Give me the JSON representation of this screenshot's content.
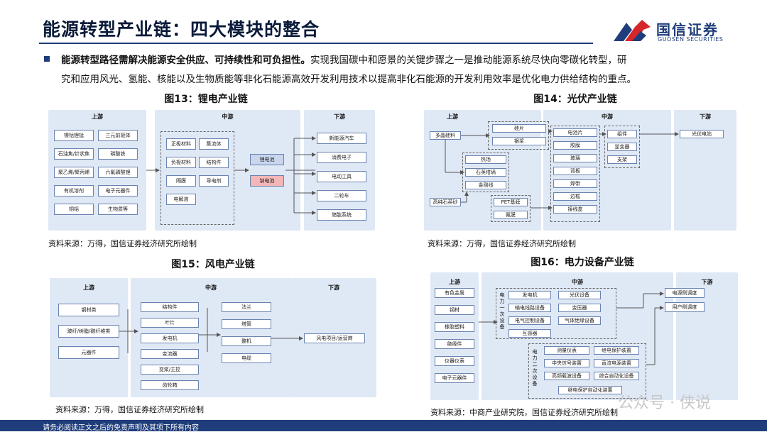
{
  "header": {
    "title": "能源转型产业链：四大模块的整合",
    "logo_cn": "国信证券",
    "logo_en": "GUOSEN SECURITIES"
  },
  "intro": {
    "bold": "能源转型路径需解决能源安全供应、可持续性和可负担性。",
    "rest": "实现我国碳中和愿景的关键步骤之一是推动能源系统尽快向零碳化转型，研",
    "line2": "究和应用风光、氢能、核能以及生物质能等非化石能源高效开发利用技术以提高非化石能源的开发利用效率是优化电力供给结构的重点。"
  },
  "fig13": {
    "title": "图13：锂电产业链",
    "up": "上游",
    "mid": "中游",
    "down": "下游",
    "source": "资料来源：万得，国信证券经济研究所绘制",
    "upstream": [
      "镍钴锂锰",
      "三元前驱体",
      "石油焦/针状焦",
      "磷酸铁",
      "聚乙烯/聚丙烯",
      "六氟磷酸锂",
      "有机溶剂",
      "电子元器件",
      "铜铝",
      "生物质等"
    ],
    "midstream": [
      "正极材料",
      "集流体",
      "负极材料",
      "结构件",
      "隔膜",
      "导电剂",
      "电解液"
    ],
    "cells": [
      "锂电池",
      "钠电池"
    ],
    "downstream": [
      "新能源汽车",
      "消费电子",
      "电动工具",
      "二轮车",
      "储能系统"
    ]
  },
  "fig14": {
    "title": "图14：光伏产业链",
    "up": "上游",
    "mid": "中游",
    "down": "下游",
    "source": "资料来源：万得，国信证券经济研究所绘制",
    "items": [
      "多晶硅料",
      "硅片",
      "银浆",
      "热场",
      "石英坩埚",
      "金刚线",
      "高纯石英砂",
      "PET基膜",
      "氟膜",
      "电池片",
      "胶膜",
      "玻璃",
      "背板",
      "焊带",
      "边框",
      "接线盒",
      "组件",
      "逆变器",
      "支架",
      "光伏电站"
    ]
  },
  "fig15": {
    "title": "图15：风电产业链",
    "up": "上游",
    "mid": "中游",
    "down": "下游",
    "source": "资料来源：万得，国信证券经济研究所绘制",
    "upstream": [
      "钢材类",
      "玻纤/树脂/碳纤维类",
      "元器件"
    ],
    "mid1": [
      "结构件",
      "叶片",
      "发电机",
      "变流器",
      "变桨/主控",
      "齿轮箱"
    ],
    "mid2": [
      "法兰",
      "塔筒",
      "整机",
      "电缆"
    ],
    "downstream": [
      "风电项目/运营商"
    ]
  },
  "fig16": {
    "title": "图16：电力设备产业链",
    "up": "上游",
    "mid": "中游",
    "down": "下游",
    "source": "资料来源：中商产业研究院，国信证券经济研究所绘制",
    "upstream": [
      "有色金属",
      "钢材",
      "橡胶塑料",
      "绝缘件",
      "仪器仪表",
      "电子元器件"
    ],
    "primary_label": "电力一次设备",
    "primary": [
      "发电机",
      "光伏设备",
      "输电线路设备",
      "变压器",
      "电气控制设备",
      "气体绝缘设备",
      "互感器"
    ],
    "secondary_label": "电力二次设备",
    "secondary": [
      "测量仪表",
      "继电保护装置",
      "中央信号装置",
      "直流电源装置",
      "高频载波设备",
      "综合自动化设备",
      "继电保护自动化装置"
    ],
    "downstream": [
      "电源侧调度",
      "用户侧调度"
    ]
  },
  "footer": {
    "text": "请务必阅读正文之后的免责声明及其项下所有内容"
  },
  "watermark": "公众号 · 侠说",
  "colors": {
    "brand": "#1f3d7a",
    "panel": "#dfe8f5",
    "red": "#d4262b",
    "cell_blue": "#c9d6ee",
    "cell_red": "#f4b6b6"
  }
}
